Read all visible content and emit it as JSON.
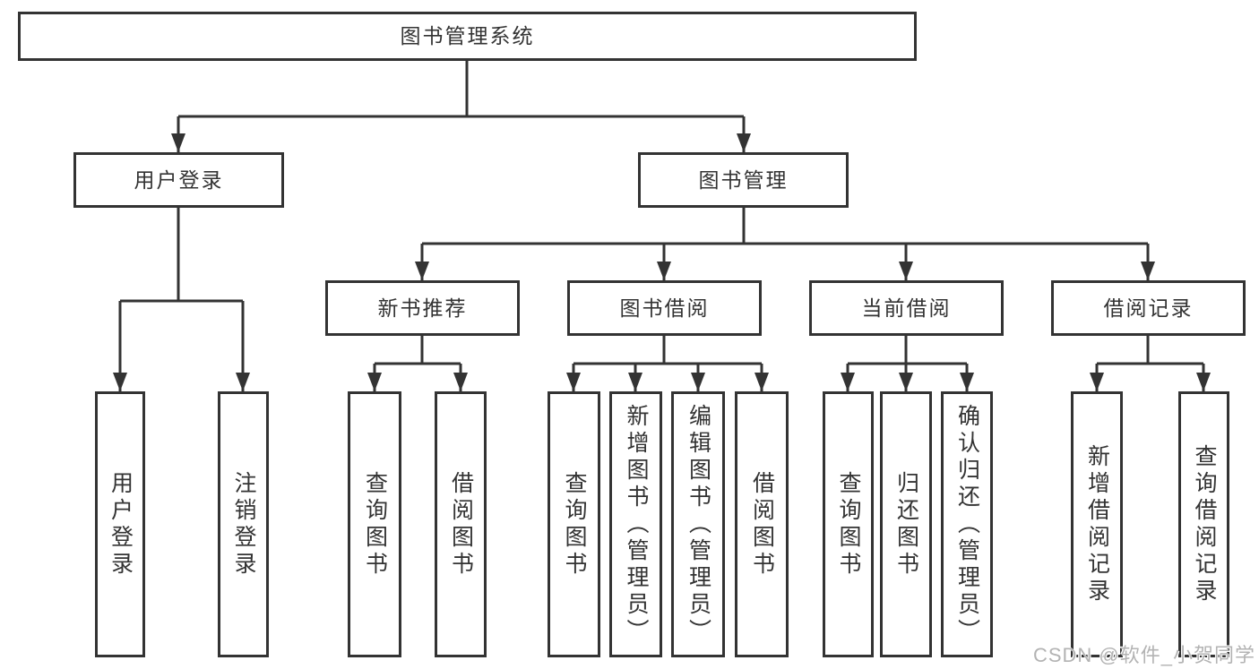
{
  "nodes": {
    "root": "图书管理系统",
    "user_login": "用户登录",
    "book_mgmt": "图书管理",
    "new_book_rec": "新书推荐",
    "book_borrow": "图书借阅",
    "current_borrow": "当前借阅",
    "borrow_records": "借阅记录",
    "leaf_user_login": "用户登录",
    "leaf_logout": "注销登录",
    "leaf_nb_query": "查询图书",
    "leaf_nb_borrow": "借阅图书",
    "leaf_bb_query": "查询图书",
    "leaf_bb_add": "新增图书（管理员）",
    "leaf_bb_edit": "编辑图书（管理员）",
    "leaf_bb_borrow": "借阅图书",
    "leaf_cb_query": "查询图书",
    "leaf_cb_return": "归还图书",
    "leaf_cb_confirm": "确认归还（管理员）",
    "leaf_br_add": "新增借阅记录",
    "leaf_br_query": "查询借阅记录"
  },
  "watermark": "CSDN @软件_小贺同学",
  "colors": {
    "line": "#333333",
    "text": "#333333",
    "box_background": "#ffffff",
    "watermark": "#b3b3b3",
    "page_background": "#ffffff"
  }
}
